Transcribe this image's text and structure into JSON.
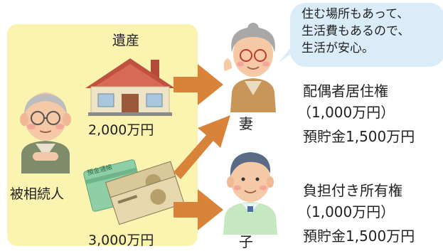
{
  "estate_label": "遺産",
  "house_value": "2,000万円",
  "cash_value": "3,000万円",
  "decedent_label": "被相続人",
  "bankbook_text": "預金通帳",
  "spouse_label": "妻",
  "child_label": "子",
  "speech_bubble": {
    "lines": [
      "住む場所もあって、",
      "生活費もあるので、",
      "生活が安心。"
    ]
  },
  "spouse_inheritance": {
    "right": "配偶者居住権",
    "right_value": "（1,000万円）",
    "savings": "預貯金1,500万円"
  },
  "child_inheritance": {
    "right": "負担付き所有権",
    "right_value": "（1,000万円）",
    "savings": "預貯金1,500万円"
  },
  "colors": {
    "panel": "#fbf4b0",
    "arrow": "#d9823a",
    "bubble": "#d9ecf7"
  }
}
